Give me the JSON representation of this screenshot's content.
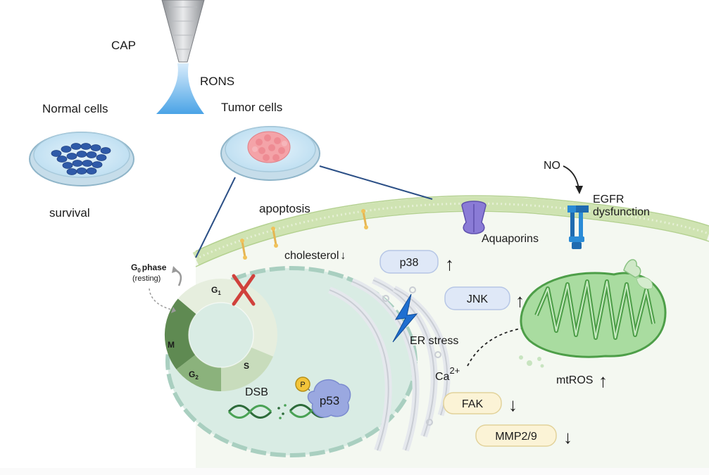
{
  "labels": {
    "cap": "CAP",
    "rons": "RONS",
    "normal_cells": "Normal cells",
    "tumor_cells": "Tumor cells",
    "survival": "survival",
    "apoptosis": "apoptosis",
    "no": "NO",
    "egfr_line1": "EGFR",
    "egfr_line2": "dysfunction",
    "aquaporins": "Aquaporins",
    "cholesterol": "cholesterol",
    "cholesterol_arrow": "↓",
    "g0_main": "G",
    "g0_sub": "0",
    "g0_phase": "phase",
    "resting": "(resting)",
    "g1_main": "G",
    "g1_sub": "1",
    "phase_m": "M",
    "phase_s": "S",
    "g2_main": "G",
    "g2_sub": "2",
    "er_stress": "ER stress",
    "dsb": "DSB",
    "p_badge": "P",
    "p53": "p53",
    "ca_main": "Ca",
    "ca_sup": "2+",
    "mtros": "mtROS"
  },
  "pills": {
    "p38": {
      "label": "p38",
      "arrow": "↑"
    },
    "jnk": {
      "label": "JNK",
      "arrow": "↑"
    },
    "fak": {
      "label": "FAK",
      "arrow": "↓"
    },
    "mmp": {
      "label": "MMP2/9",
      "arrow": "↓"
    }
  },
  "colors": {
    "membrane": "#cfe3b2",
    "cytoplasm": "#f3f8ef",
    "nucleus": "#d9ece4",
    "mito": "#6fc16b",
    "blue_pill": "#dfe8f7",
    "yellow_pill": "#fbf3d6",
    "p53": "#9aa8e0",
    "cross": "#d0413c"
  }
}
